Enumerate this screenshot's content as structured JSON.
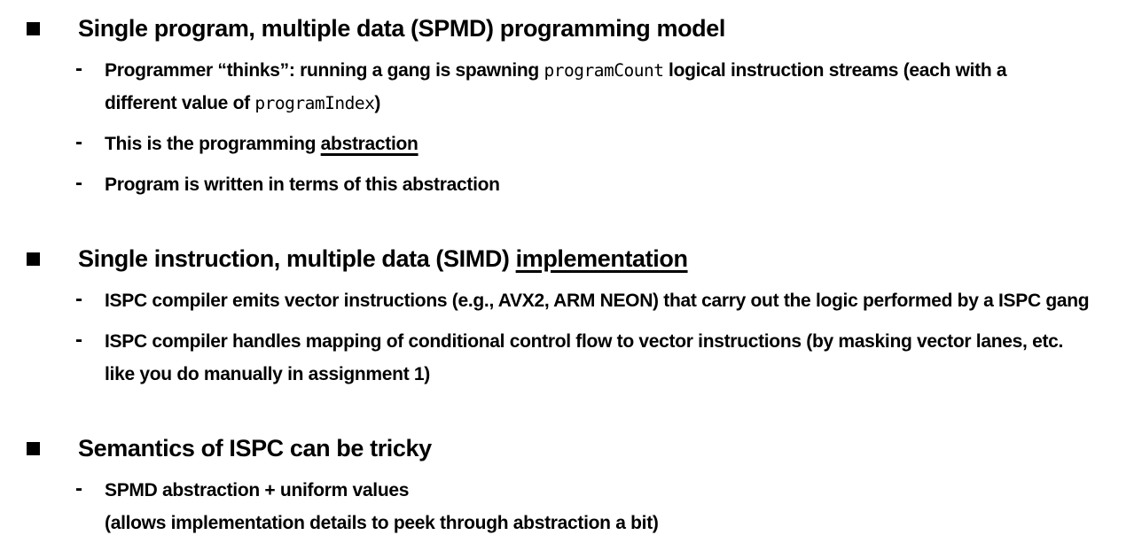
{
  "colors": {
    "background": "#ffffff",
    "text": "#000000"
  },
  "slide": {
    "bullet_glyphs": {
      "level1_square": "■",
      "level2_dash": "-"
    },
    "groups": [
      {
        "heading": {
          "runs": [
            {
              "text": "Single program, multiple data (SPMD) programming model",
              "style": "plain"
            }
          ]
        },
        "subs": [
          {
            "lines": [
              {
                "runs": [
                  {
                    "text": "Programmer “thinks”: running a gang is spawning ",
                    "style": "plain"
                  },
                  {
                    "text": "programCount",
                    "style": "mono"
                  },
                  {
                    "text": " logical instruction streams (each with a",
                    "style": "plain"
                  }
                ]
              },
              {
                "runs": [
                  {
                    "text": "different value of ",
                    "style": "plain"
                  },
                  {
                    "text": "programIndex",
                    "style": "mono"
                  },
                  {
                    "text": ")",
                    "style": "plain"
                  }
                ]
              }
            ]
          },
          {
            "lines": [
              {
                "runs": [
                  {
                    "text": "This is the programming ",
                    "style": "plain"
                  },
                  {
                    "text": "abstraction",
                    "style": "underline"
                  }
                ]
              }
            ]
          },
          {
            "lines": [
              {
                "runs": [
                  {
                    "text": "Program is written in terms of this abstraction",
                    "style": "plain"
                  }
                ]
              }
            ]
          }
        ]
      },
      {
        "heading": {
          "runs": [
            {
              "text": "Single instruction, multiple data (SIMD) ",
              "style": "plain"
            },
            {
              "text": "implementation",
              "style": "underline"
            }
          ]
        },
        "subs": [
          {
            "lines": [
              {
                "runs": [
                  {
                    "text": "ISPC compiler emits vector instructions (e.g., AVX2, ARM NEON) that carry out the logic performed by a ISPC gang",
                    "style": "plain"
                  }
                ]
              }
            ]
          },
          {
            "lines": [
              {
                "runs": [
                  {
                    "text": "ISPC compiler handles mapping of conditional control flow to vector instructions (by masking vector lanes, etc.",
                    "style": "plain"
                  }
                ]
              },
              {
                "runs": [
                  {
                    "text": "like you do manually in assignment 1)",
                    "style": "plain"
                  }
                ]
              }
            ]
          }
        ]
      },
      {
        "heading": {
          "runs": [
            {
              "text": "Semantics of ISPC can be tricky",
              "style": "plain"
            }
          ]
        },
        "subs": [
          {
            "lines": [
              {
                "runs": [
                  {
                    "text": "SPMD abstraction + uniform values",
                    "style": "plain"
                  }
                ]
              },
              {
                "runs": [
                  {
                    "text": "(allows implementation details to peek through abstraction a bit)",
                    "style": "plain"
                  }
                ]
              }
            ]
          }
        ]
      }
    ]
  }
}
